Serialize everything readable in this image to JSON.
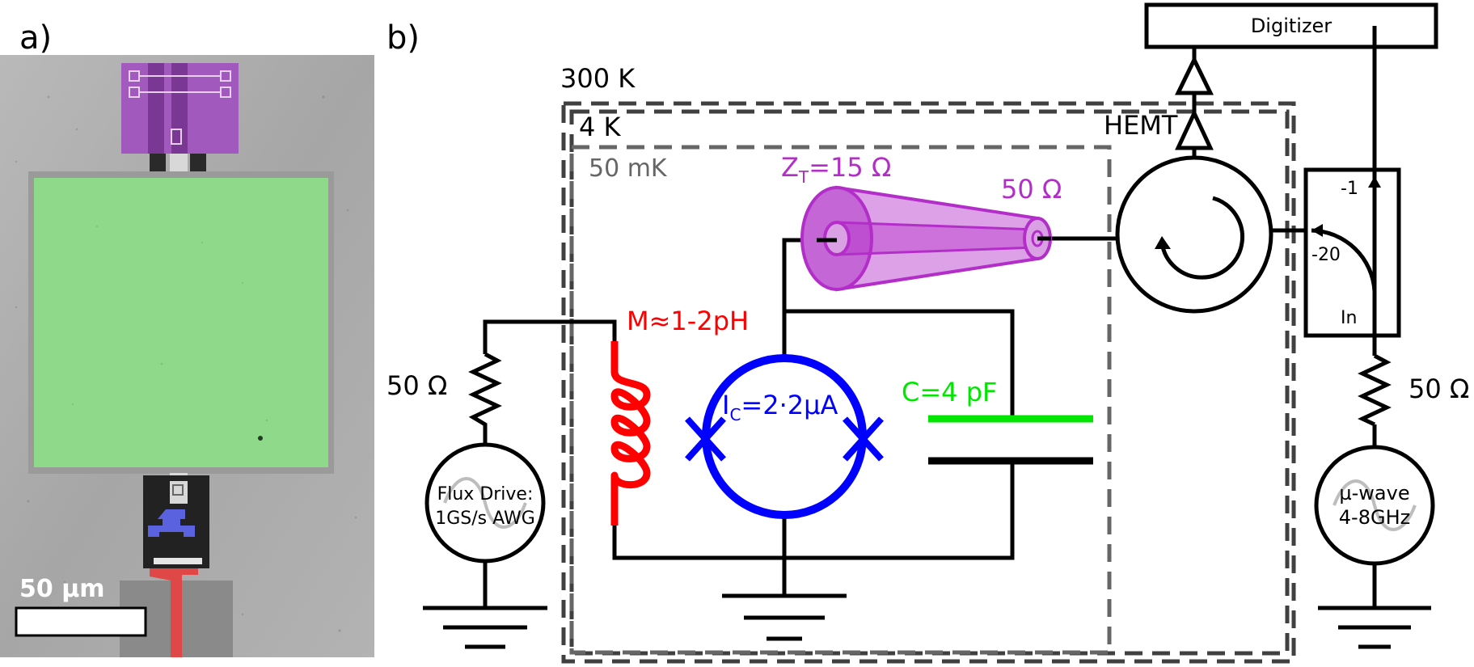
{
  "panels": {
    "a": "a)",
    "b": "b)"
  },
  "micrograph": {
    "scale_bar_label": "50 µm",
    "colors": {
      "background": "#a9a9a9",
      "capacitor_pad": "#8fd98a",
      "flux_line": "#e04848",
      "squid": "#5a62e0",
      "resonator_contact": "#a050c0"
    }
  },
  "stages": {
    "room_temp": "300 K",
    "four_k": "4 K",
    "mixing": "50 mK"
  },
  "components": {
    "digitizer": "Digitizer",
    "hemt": "HEMT",
    "taper_impedance": "Z",
    "taper_impedance_sub": "T",
    "taper_impedance_value": "=15 Ω",
    "taper_port_impedance": "50 Ω",
    "mutual_inductance": "M≈1-2pH",
    "critical_current_prefix": "I",
    "critical_current_sub": "C",
    "critical_current_value": "=2·2µA",
    "capacitance": "C=4 pF",
    "flux_bias_resistor": "50 Ω",
    "flux_drive_line1": "Flux Drive:",
    "flux_drive_line2": "1GS/s AWG",
    "microwave_resistor": "50 Ω",
    "microwave_line1": "µ-wave",
    "microwave_line2": "4-8GHz",
    "coupler_through": "-1",
    "coupler_coupled": "-20",
    "coupler_in": "In"
  },
  "colors": {
    "taper": "#b32ec9",
    "inductor": "#ff0000",
    "squid": "#0000ff",
    "capacitor_plate": "#00e600",
    "stage_300k": "#404040",
    "stage_50mk": "#666666"
  }
}
